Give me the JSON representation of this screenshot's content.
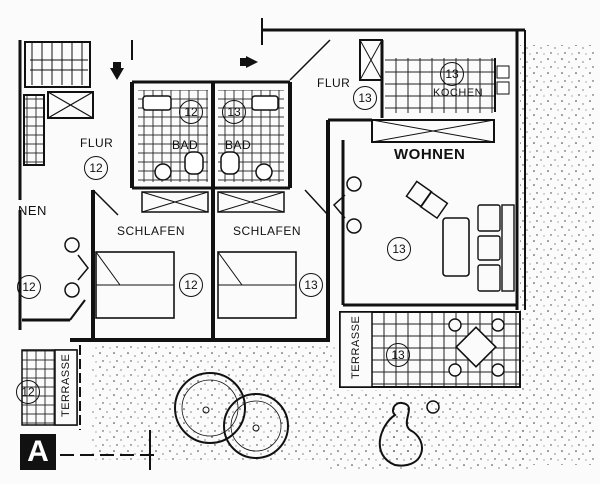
{
  "plan": {
    "corner_letter": "A",
    "rooms": {
      "flur_left": "FLUR",
      "flur_right": "FLUR",
      "bad_1": "BAD",
      "bad_2": "BAD",
      "kochen": "KOCHEN",
      "wohnen": "WOHNEN",
      "schlafen_1": "SCHLAFEN",
      "schlafen_2": "SCHLAFEN",
      "nen": "NEN",
      "terrasse_left": "TERRASSE",
      "terrasse_right": "TERRASSE"
    },
    "unit_numbers": {
      "flur_left": "12",
      "bad_1": "12",
      "bad_2": "13",
      "flur_right": "13",
      "kochen": "13",
      "wohnen": "13",
      "schlafen_1": "12",
      "schlafen_2": "13",
      "left_room": "12",
      "terrasse_left": "12",
      "terrasse_right": "13"
    }
  }
}
